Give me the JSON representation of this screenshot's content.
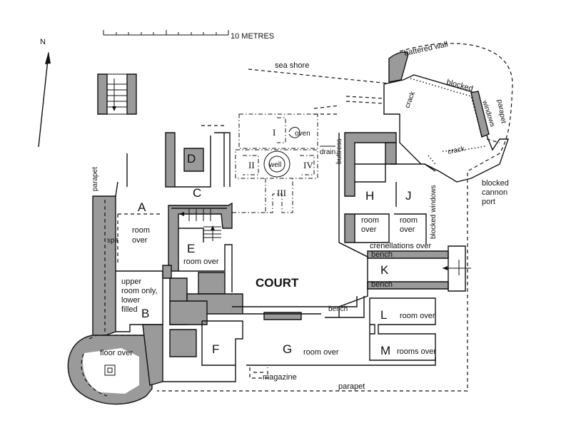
{
  "scale": {
    "label": "10 METRES"
  },
  "north": {
    "label": "N"
  },
  "rooms": {
    "A": "A",
    "B": "B",
    "C": "C",
    "D": "D",
    "E": "E",
    "F": "F",
    "G": "G",
    "H": "H",
    "J": "J",
    "K": "K",
    "L": "L",
    "M": "M",
    "I": "I",
    "II": "II",
    "III": "III",
    "IV": "IV"
  },
  "labels": {
    "court": "COURT",
    "sea_shore": "sea shore",
    "battered_wall": "battered wall",
    "blocked": "blocked",
    "windows": "windows",
    "parapet": "parapet",
    "crack": "crack",
    "blocked_cannon_port": [
      "blocked",
      "cannon",
      "port"
    ],
    "blocked_windows": "blocked windows",
    "oven": "oven",
    "well": "well",
    "drain": "drain",
    "buttress": "buttress",
    "spit": "spit",
    "room_over": "room over",
    "room_over_A": [
      "room",
      "over"
    ],
    "room_over_H": [
      "room",
      "over"
    ],
    "room_over_J": [
      "room",
      "over"
    ],
    "room_over_E": "room over",
    "room_over_G": "room over",
    "room_over_L": "room over",
    "rooms_over_M": "rooms over",
    "upper_room_note": [
      "upper",
      "room only,",
      "lower",
      "filled"
    ],
    "crenellations_over": "crenellations over",
    "bench": "bench",
    "bench_K": "bench",
    "bench_G": "bench",
    "floor_over": "floor over",
    "magazine": "magazine",
    "parapet_bottom": "parapet",
    "parapet_left": "parapet"
  }
}
